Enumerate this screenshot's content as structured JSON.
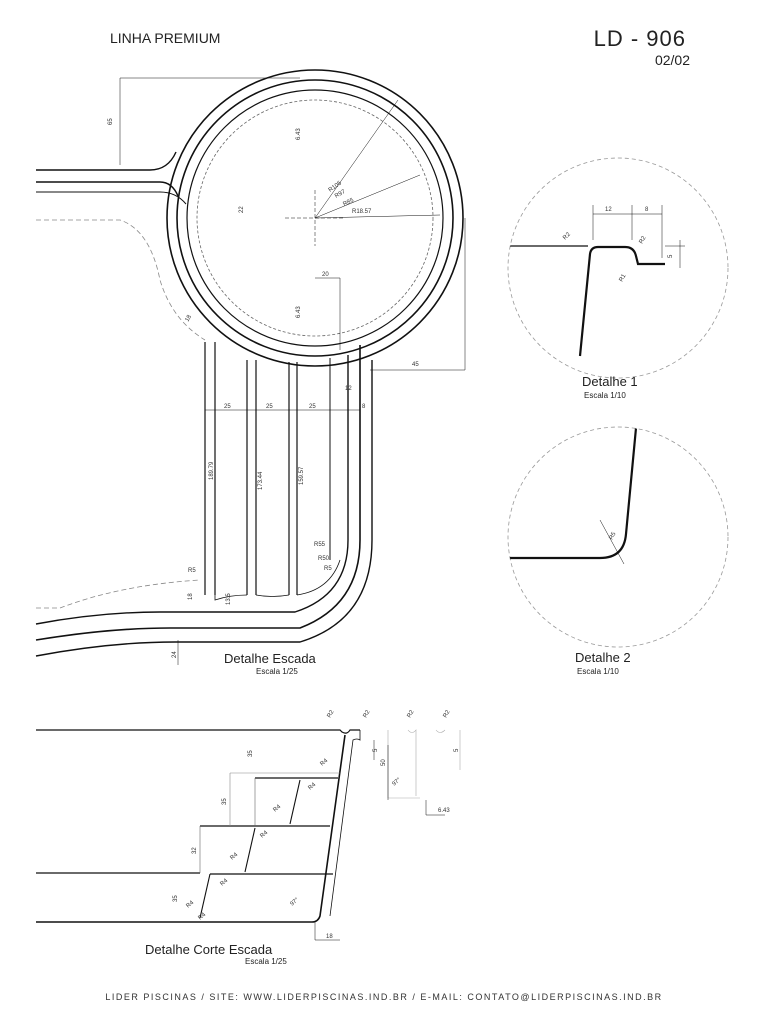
{
  "header": {
    "line_name": "LINHA PREMIUM",
    "code": "LD - 906",
    "sheet": "02/02"
  },
  "views": {
    "escada": {
      "title": "Detalhe Escada",
      "scale": "Escala 1/25",
      "dims": [
        "65",
        "6.43",
        "22",
        "20",
        "6.43",
        "R105",
        "R97",
        "R85",
        "R18.57",
        "18",
        "12",
        "45",
        "25",
        "25",
        "25",
        "8",
        "189.79",
        "173.44",
        "159.57",
        "R5",
        "R55",
        "R50",
        "R5",
        "18",
        "13.5",
        "24"
      ]
    },
    "detalhe1": {
      "title": "Detalhe 1",
      "scale": "Escala 1/10",
      "dims": [
        "12",
        "8",
        "R2",
        "R2",
        "R1",
        "5"
      ]
    },
    "detalhe2": {
      "title": "Detalhe 2",
      "scale": "Escala 1/10",
      "dims": [
        "R5"
      ]
    },
    "corte": {
      "title": "Detalhe Corte Escada",
      "scale": "Escala 1/25",
      "dims": [
        "R2",
        "R2",
        "R2",
        "R2",
        "35",
        "50",
        "5",
        "5",
        "35",
        "32",
        "35",
        "R4",
        "R4",
        "R4",
        "R4",
        "R4",
        "R4",
        "R4",
        "R4",
        "97°",
        "97°",
        "6.43",
        "18"
      ]
    }
  },
  "footer": "LIDER PISCINAS / SITE: WWW.LIDERPISCINAS.IND.BR / E-MAIL: CONTATO@LIDERPISCINAS.IND.BR"
}
